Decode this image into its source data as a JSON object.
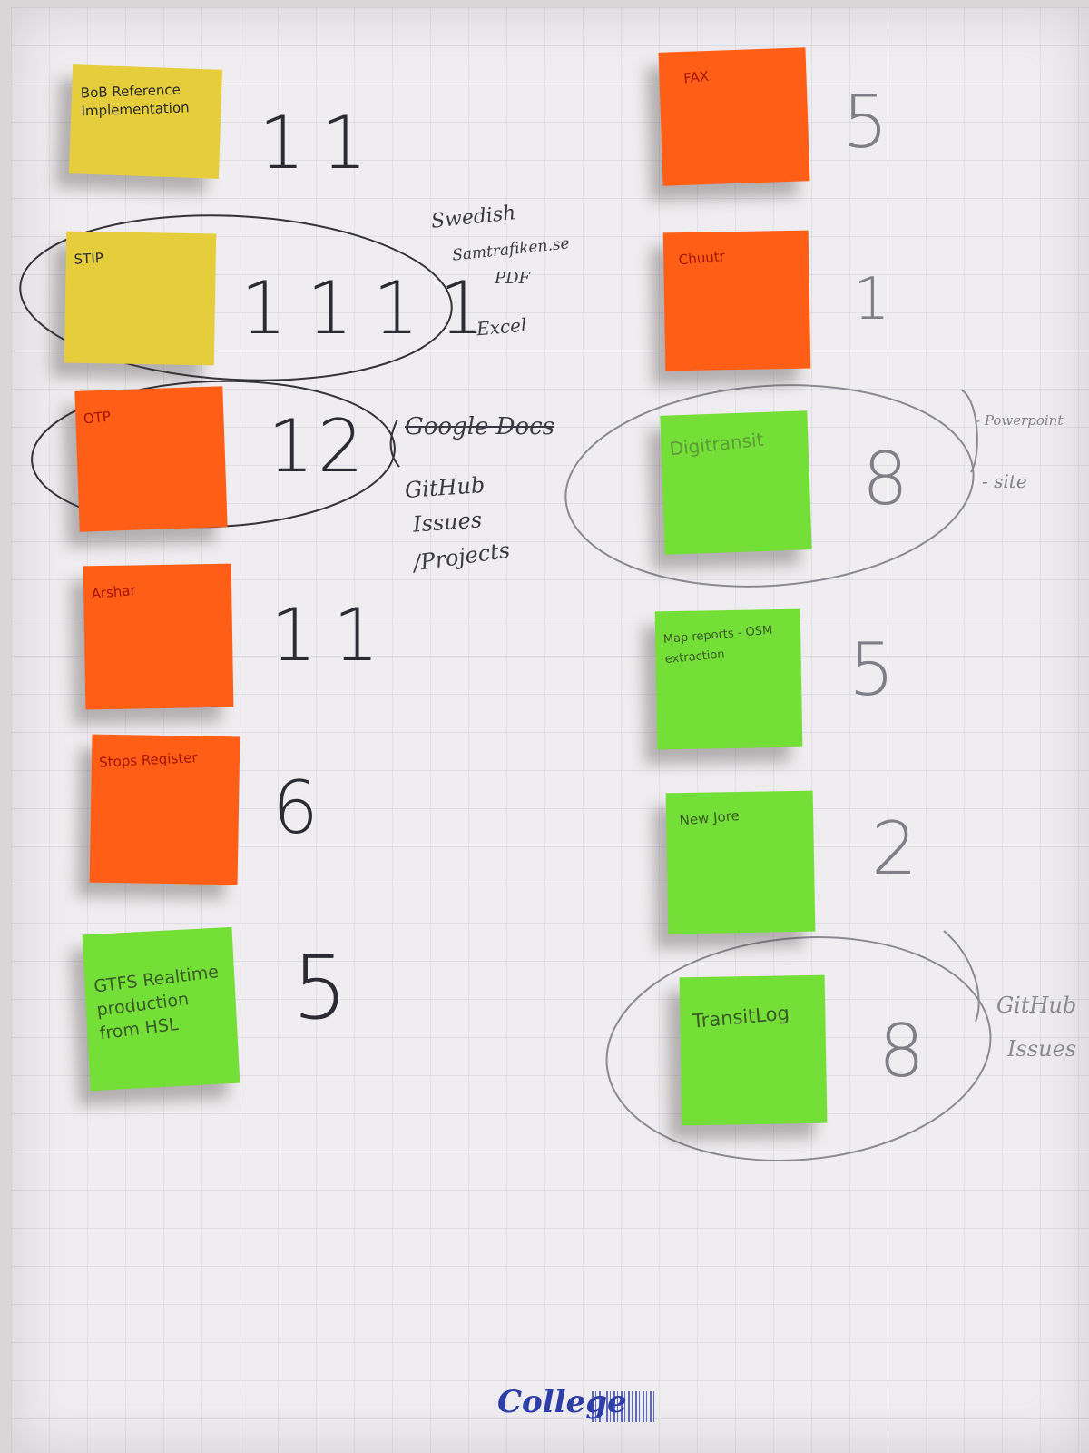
{
  "notes": [
    {
      "text": "BoB Reference Implementation",
      "count": "11"
    },
    {
      "text": "STIP",
      "count": "1111"
    },
    {
      "text": "OTP",
      "count": "12"
    },
    {
      "text": "Arshar",
      "count": "11"
    },
    {
      "text": "Stops Register",
      "count": "6"
    },
    {
      "text": "GTFS Realtime production from HSL",
      "count": "5"
    },
    {
      "text": "FAX",
      "count": "5"
    },
    {
      "text": "Chuutr",
      "count": "1"
    },
    {
      "text": "Digitransit",
      "count": "8"
    },
    {
      "text": "Map reports - OSM extraction",
      "count": "5"
    },
    {
      "text": "New Jore",
      "count": "2"
    },
    {
      "text": "TransitLog",
      "count": "8"
    }
  ],
  "annotations": {
    "stip_list": [
      "Swedish",
      "Samtrafiken.se",
      "PDF",
      "Excel"
    ],
    "otp_struck": "Google Docs",
    "otp_list": [
      "GitHub",
      "Issues",
      "/Projects"
    ],
    "digitransit_list": [
      "- Powerpoint",
      "- site"
    ],
    "transitlog_list": [
      "GitHub",
      "Issues"
    ]
  },
  "footer": {
    "brand": "College"
  },
  "colors": {
    "yellow": "#e6cd3c",
    "orange": "#ff5e17",
    "green": "#74df36"
  }
}
